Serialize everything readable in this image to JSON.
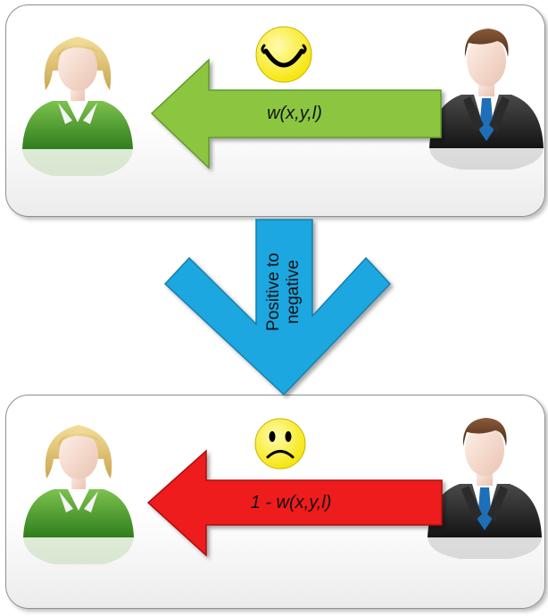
{
  "scenarios": [
    {
      "id": "positive",
      "arrow_label": "w(x,y,l)",
      "arrow_color": "#8cc63f",
      "mood": "happy",
      "emoticon_icon": "smiley-happy-icon"
    },
    {
      "id": "negative",
      "arrow_label": "1 - w(x,y,l)",
      "arrow_color": "#ee1c1c",
      "mood": "sad",
      "emoticon_icon": "smiley-sad-icon"
    }
  ],
  "transition": {
    "line1": "Positive to",
    "line2": "negative",
    "color": "#1ea7e0"
  },
  "people": {
    "receiver_icon": "woman-avatar-icon",
    "sender_icon": "businessman-avatar-icon"
  }
}
